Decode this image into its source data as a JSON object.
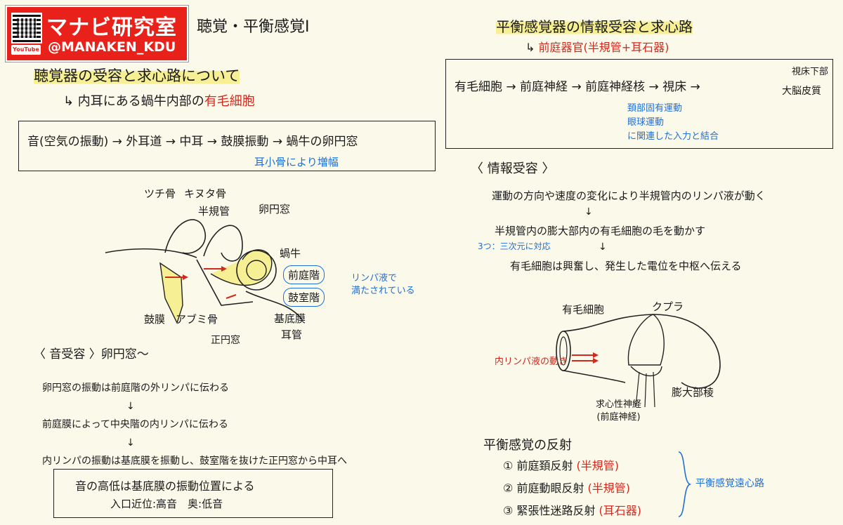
{
  "header": {
    "logo_title": "マナビ研究室",
    "logo_handle": "@MANAKEN_KDU",
    "youtube_badge": "YouTube",
    "page_title": "聴覚・平衡感覚Ⅰ"
  },
  "left": {
    "section1_title": "聴覚器の受容と求心路について",
    "section1_sub_prefix": "↳ 内耳にある蝸牛内部の",
    "section1_sub_red": "有毛細胞",
    "pathway_box": "音(空気の振動) → 外耳道 → 中耳 → 鼓膜振動 → 蝸牛の卵円窓",
    "pathway_note": "耳小骨により増幅",
    "ear_labels": {
      "tsuchi": "ツチ骨",
      "kinuta": "キヌタ骨",
      "hankikan": "半規管",
      "ranen": "卵円窓",
      "kagyu": "蝸牛",
      "zentei": "前庭階",
      "kotei": "鼓室階",
      "lymph": "リンパ液で\n満たされている",
      "kiteimaku": "基底膜",
      "jikan": "耳管",
      "seien": "正円窓",
      "komaku": "鼓膜",
      "abumi": "アブミ骨"
    },
    "reception_title": "〈 音受容 〉卵円窓〜",
    "steps": [
      "卵円窓の振動は前庭階の外リンパに伝わる",
      "↓",
      "前庭膜によって中央階の内リンパに伝わる",
      "↓",
      "内リンパの振動は基底膜を振動し、鼓室階を抜けた正円窓から中耳へ"
    ],
    "pitch_box_line1": "音の高低は基底膜の振動位置による",
    "pitch_box_line2": "入口近位:高音　奥:低音"
  },
  "right": {
    "section2_title": "平衡感覚器の情報受容と求心路",
    "section2_sub_prefix": "↳ ",
    "section2_sub_red": "前庭器官(半規管+耳石器)",
    "path_box": "有毛細胞 → 前庭神経 → 前庭神経核 → 視床 →",
    "path_end_top": "視床下部",
    "path_end_bottom": "大脳皮質",
    "path_blue": [
      "頚部固有運動",
      "眼球運動",
      "に関連した入力と結合"
    ],
    "info_title": "〈 情報受容 〉",
    "info_line1": "運動の方向や速度の変化により半規管内のリンパ液が動く",
    "info_arrow1": "↓",
    "info_line2": "半規管内の膨大部内の有毛細胞の毛を動かす",
    "info_blue": "3つ：三次元に対応",
    "info_arrow2": "↓",
    "info_line3": "有毛細胞は興奮し、発生した電位を中枢へ伝える",
    "ampulla_labels": {
      "hair": "有毛細胞",
      "cupula": "クプラ",
      "flow": "内リンパ液の動き",
      "nerve": "求心性神経\n(前庭神経)",
      "bulge": "膨大部稜"
    },
    "reflex_title": "平衡感覚の反射",
    "reflexes": [
      {
        "num": "①",
        "text": "前庭頚反射",
        "red": "(半規管)"
      },
      {
        "num": "②",
        "text": "前庭動眼反射",
        "red": "(半規管)"
      },
      {
        "num": "③",
        "text": "緊張性迷路反射",
        "red": "(耳石器)"
      }
    ],
    "reflex_brace_label": "平衡感覚遠心路"
  },
  "colors": {
    "red": "#d12a1f",
    "blue": "#1f6fd6",
    "highlight": "#f6ef93",
    "paper": "#fbf9ea"
  }
}
